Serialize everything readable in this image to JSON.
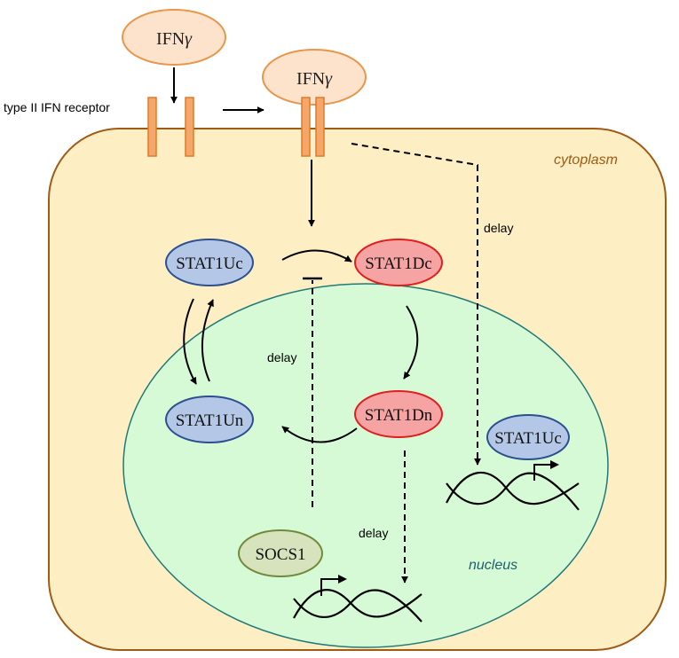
{
  "labels": {
    "receptor": "type II IFN receptor",
    "cytoplasm": "cytoplasm",
    "nucleus": "nucleus",
    "delay_cytoplasm": "delay",
    "delay_inhibition": "delay",
    "delay_nucleus": "delay"
  },
  "ligand": {
    "name_base": "IFN",
    "name_symbol": "γ"
  },
  "nodes": {
    "stat1uc": "STAT1Uc",
    "stat1dc": "STAT1Dc",
    "stat1un": "STAT1Un",
    "stat1dn": "STAT1Dn",
    "stat1uc_gene": "STAT1Uc",
    "socs1": "SOCS1"
  },
  "colors": {
    "cell_fill": "#fdeec3",
    "cell_stroke": "#a05a14",
    "nucleus_fill": "#d6fad6",
    "nucleus_stroke": "#1f7a78",
    "ifn_fill": "#fde3cc",
    "ifn_stroke": "#e8964a",
    "receptor_fill": "#f5a76a",
    "receptor_stroke": "#e07a2a",
    "stat_u_fill": "#b4c7e6",
    "stat_u_stroke": "#2c4f8f",
    "stat_d_fill": "#f5a3a3",
    "stat_d_stroke": "#e01e1e",
    "socs_fill": "#d6e3bc",
    "socs_stroke": "#6f8a3a",
    "cytoplasm_text": "#a05a14",
    "nucleus_text": "#1f5f6e"
  }
}
